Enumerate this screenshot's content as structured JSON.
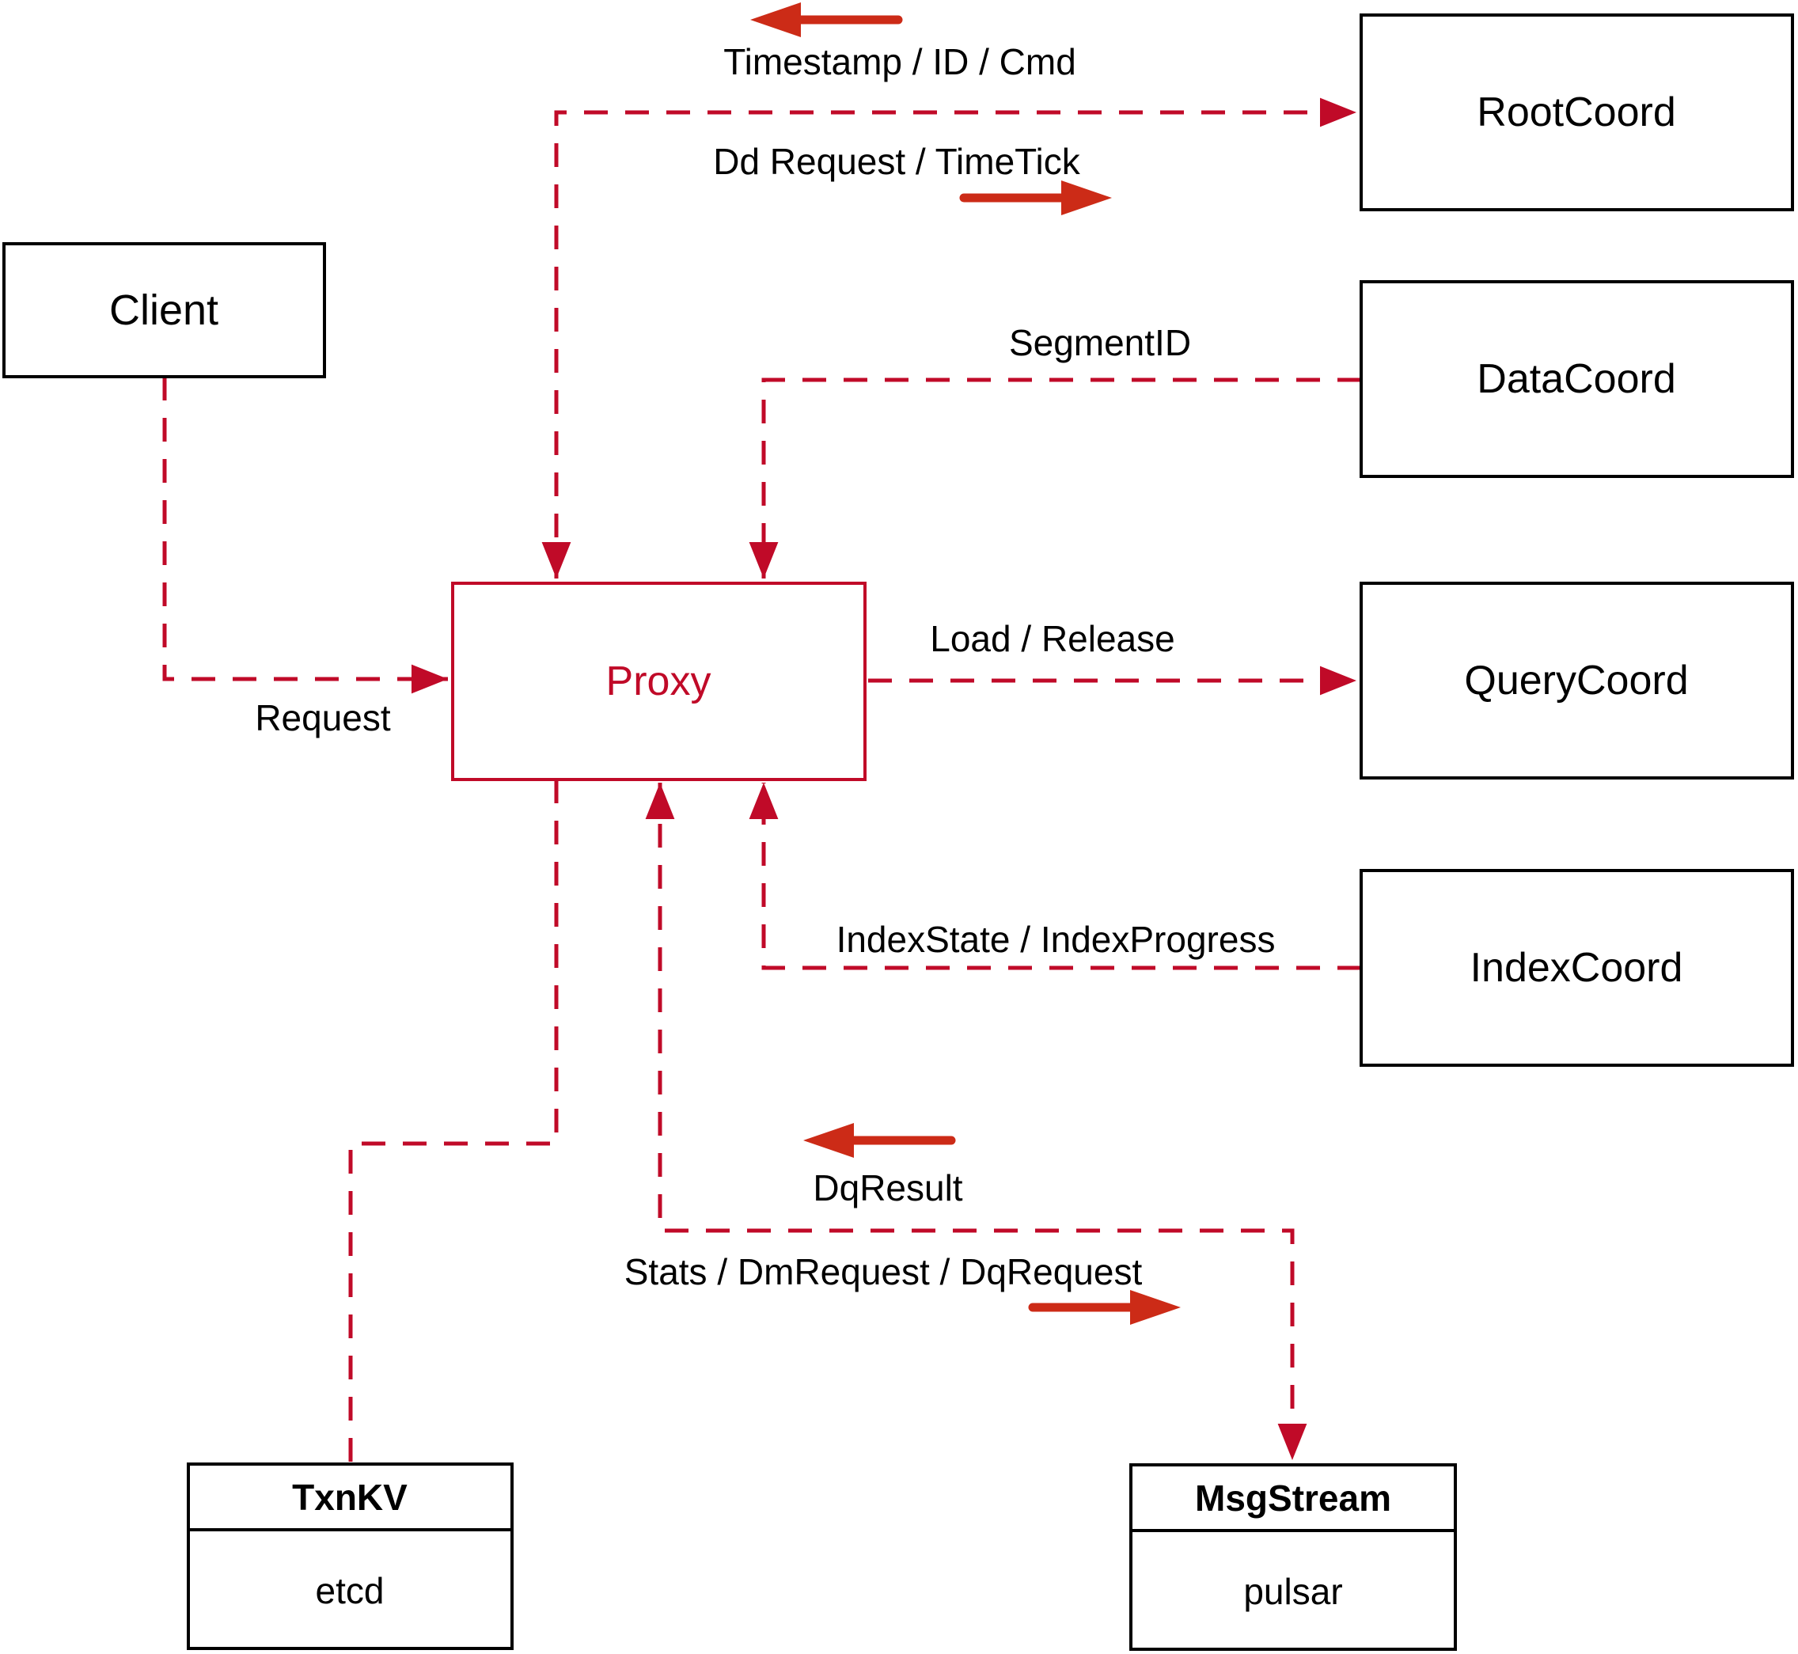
{
  "diagram": {
    "nodes": {
      "client": {
        "label": "Client"
      },
      "proxy": {
        "label": "Proxy"
      },
      "root_coord": {
        "label": "RootCoord"
      },
      "data_coord": {
        "label": "DataCoord"
      },
      "query_coord": {
        "label": "QueryCoord"
      },
      "index_coord": {
        "label": "IndexCoord"
      },
      "txn_kv": {
        "title": "TxnKV",
        "subtitle": "etcd"
      },
      "msg_stream": {
        "title": "MsgStream",
        "subtitle": "pulsar"
      }
    },
    "edge_labels": {
      "timestamp_id_cmd": "Timestamp / ID / Cmd",
      "dd_request_timetick": "Dd Request / TimeTick",
      "segment_id": "SegmentID",
      "load_release": "Load / Release",
      "index_state_progress": "IndexState / IndexProgress",
      "dq_result": "DqResult",
      "stats_dm_dq_request": "Stats / DmRequest / DqRequest",
      "request": "Request"
    },
    "colors": {
      "dashed_line_red": "#c00a28",
      "thick_arrow_red": "#cc2b17",
      "box_border_black": "#000000",
      "text_black": "#000000"
    }
  }
}
